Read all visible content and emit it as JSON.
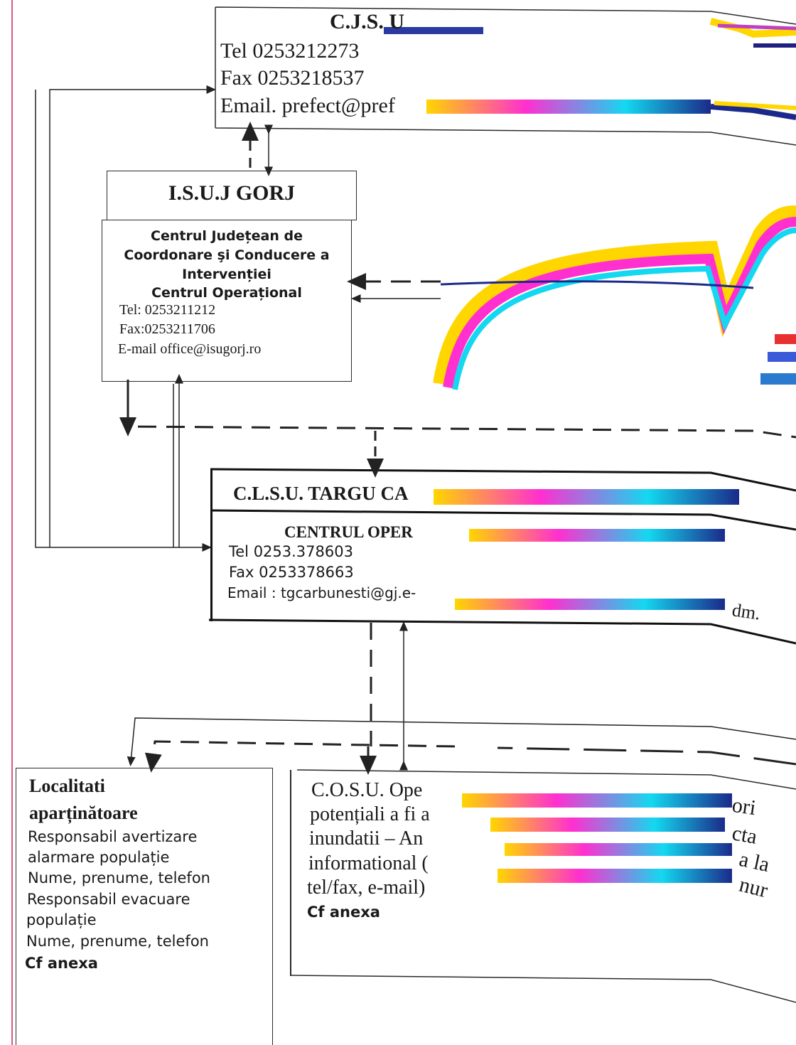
{
  "cjsu": {
    "title": "C.J.S. U",
    "tel": "Tel 0253212273",
    "fax": "Fax 0253218537",
    "email": "Email. prefect@pref"
  },
  "isuj": {
    "title": "I.S.U.J GORJ",
    "line1": "Centrul Județean de",
    "line2": "Coordonare şi Conducere a",
    "line3": "Intervenției",
    "line4": "Centrul Operațional",
    "tel": "Tel: 0253211212",
    "fax": "Fax:0253211706",
    "email": "E-mail office@isugorj.ro"
  },
  "clsu": {
    "title": "C.L.S.U.  TARGU CA",
    "center": "CENTRUL OPER",
    "tel": "Tel  0253.378603",
    "fax": "Fax  0253378663",
    "email": "Email : tgcarbunesti@gj.e-",
    "email_tail": "dm."
  },
  "localitati": {
    "title1": "Localitati",
    "title2": "aparținătoare",
    "l1": "Responsabil avertizare",
    "l2": "alarmare  populație",
    "l3": "Nume, prenume, telefon",
    "l4": "Responsabil evacuare",
    "l5": "populație",
    "l6": "Nume, prenume, telefon",
    "note": "Cf anexa"
  },
  "cosu": {
    "l1": "C.O.S.U. Ope",
    "l1_tail": "ori",
    "l2": "potențiali a fi a",
    "l2_tail": "cta",
    "l3": "inundatii – An",
    "l3_tail": "a la",
    "l4": "informational (",
    "l4_tail": "nur",
    "l5": "tel/fax, e-mail)",
    "note": "Cf anexa"
  }
}
